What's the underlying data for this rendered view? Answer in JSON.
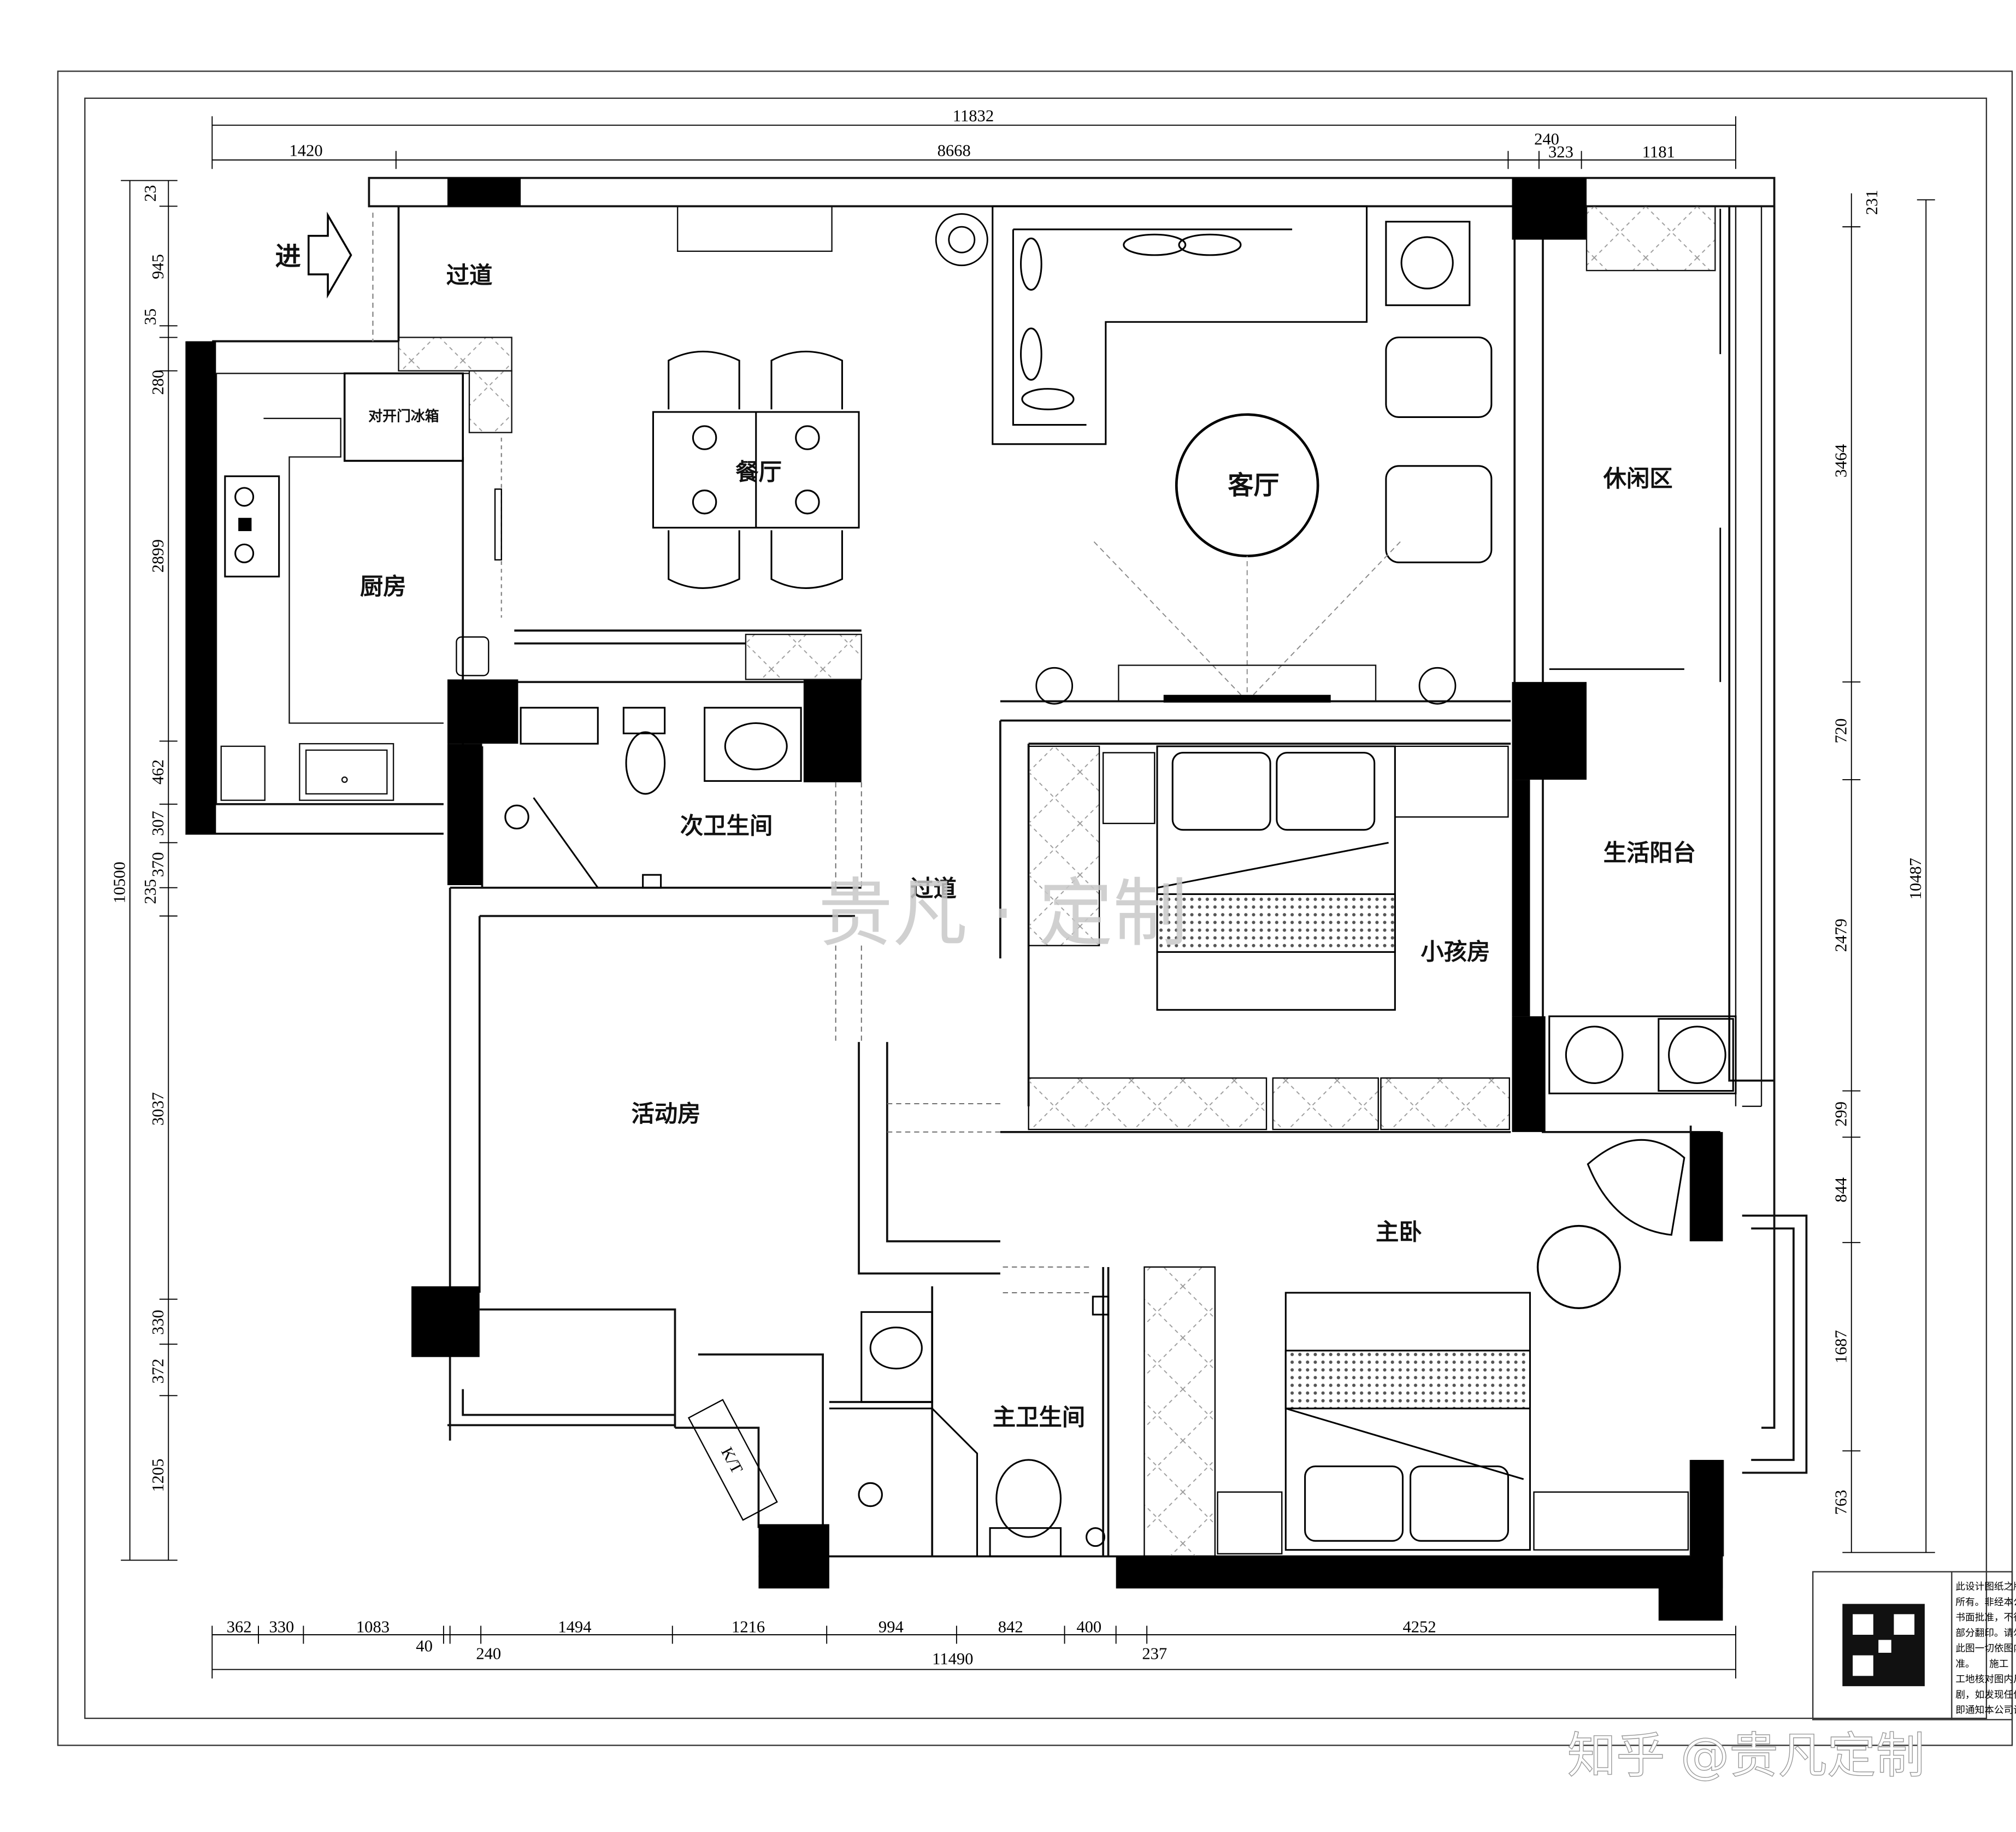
{
  "rooms": {
    "entry": "进",
    "corridor_top": "过道",
    "dining": "餐厅",
    "living": "客厅",
    "leisure": "休闲区",
    "kitchen": "厨房",
    "fridge": "对开门冰箱",
    "bathroom2": "次卫生间",
    "corridor_mid": "过道",
    "balcony": "生活阳台",
    "kids_room": "小孩房",
    "activity": "活动房",
    "master_bed": "主卧",
    "master_bath": "主卫生间",
    "kt": "K/T"
  },
  "dims_top": {
    "overall": "11832",
    "d1420": "1420",
    "d8668": "8668",
    "d240": "240",
    "d323": "323",
    "d1181": "1181"
  },
  "dims_left": {
    "d23": "23",
    "d945": "945",
    "d35": "35",
    "d280": "280",
    "d2899": "2899",
    "d462": "462",
    "d307": "307",
    "d370": "370",
    "d235": "235",
    "overall": "10500",
    "d3037": "3037",
    "d330": "330",
    "d372": "372",
    "d1205": "1205"
  },
  "dims_right": {
    "d231": "231",
    "d3464": "3464",
    "d720": "720",
    "d2479": "2479",
    "overall": "10487",
    "d299": "299",
    "d844": "844",
    "d1687": "1687",
    "d763": "763"
  },
  "dims_bottom": {
    "d362": "362",
    "d330": "330",
    "d1083": "1083",
    "d40": "40",
    "d240": "240",
    "d1494": "1494",
    "d1216": "1216",
    "d994": "994",
    "d842": "842",
    "d400": "400",
    "d237": "237",
    "d4252": "4252",
    "overall": "11490"
  },
  "note_lines": [
    "此设计图纸之版",
    "所有。非经本公",
    "书面批准，不得",
    "部分翻印。请勿",
    "此图一切依图内",
    "准。　　施工",
    "工地核对图内尺",
    "剧，如发现任何",
    "即通知本公司设"
  ],
  "watermark_center": "贵凡 · 定制",
  "watermark_footer": "知乎 @贵凡定制",
  "colors": {
    "wall": "#000000",
    "line": "#111111",
    "hatch": "#999999",
    "watermark": "#c8c8c8"
  }
}
